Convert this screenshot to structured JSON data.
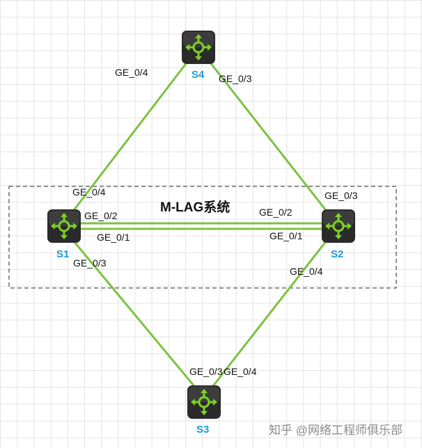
{
  "system": {
    "label": "M-LAG系统"
  },
  "devices": [
    {
      "id": "S4",
      "label": "S4"
    },
    {
      "id": "S1",
      "label": "S1"
    },
    {
      "id": "S2",
      "label": "S2"
    },
    {
      "id": "S3",
      "label": "S3"
    }
  ],
  "ports": {
    "s4_left": "GE_0/4",
    "s4_right": "GE_0/3",
    "s1_top": "GE_0/4",
    "s1_peer_top": "GE_0/2",
    "s1_peer_bottom": "GE_0/1",
    "s1_bottom": "GE_0/3",
    "s2_top": "GE_0/3",
    "s2_peer_top": "GE_0/2",
    "s2_peer_bottom": "GE_0/1",
    "s2_bottom": "GE_0/4",
    "s3_left": "GE_0/3",
    "s3_right": "GE_0/4"
  },
  "watermark": "知乎 @网络工程师俱乐部",
  "colors": {
    "link": "#7dc142",
    "device_body": "#2a2a2a",
    "device_icon": "#7ed321",
    "device_label": "#1a9bd7"
  }
}
